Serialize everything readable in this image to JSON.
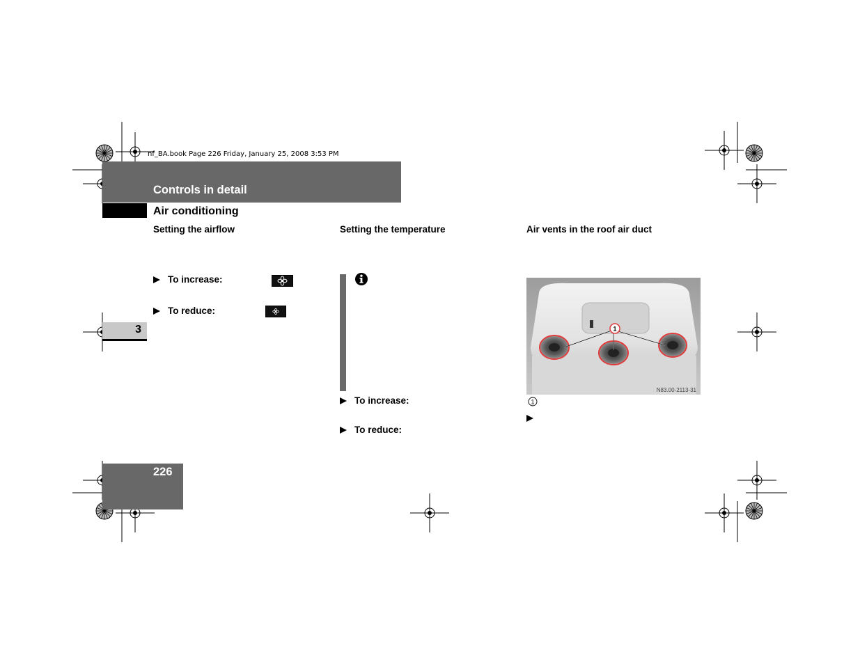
{
  "print_info": "nf_BA.book  Page 226  Friday, January 25, 2008  3:53 PM",
  "header": {
    "section_title": "Controls in detail",
    "subsection_title": "Air conditioning"
  },
  "chapter_number": "3",
  "columns": {
    "airflow": {
      "heading": "Setting the airflow",
      "increase_label": "To increase:",
      "reduce_label": "To reduce:",
      "increase_icon": "fan-large-icon",
      "reduce_icon": "fan-small-icon"
    },
    "temperature": {
      "heading": "Setting the temperature",
      "note_icon": "info-icon",
      "increase_label": "To increase:",
      "reduce_label": "To reduce:"
    },
    "roof_vents": {
      "heading": "Air vents in the roof air duct",
      "image_code": "N83.00-2113-31",
      "image_callout": "1",
      "legend_callout": "1"
    }
  },
  "page_number": "226",
  "colors": {
    "header_band": "#686868",
    "chapter_tab": "#c8c8c8",
    "vent_highlight": "#e03a3a"
  }
}
